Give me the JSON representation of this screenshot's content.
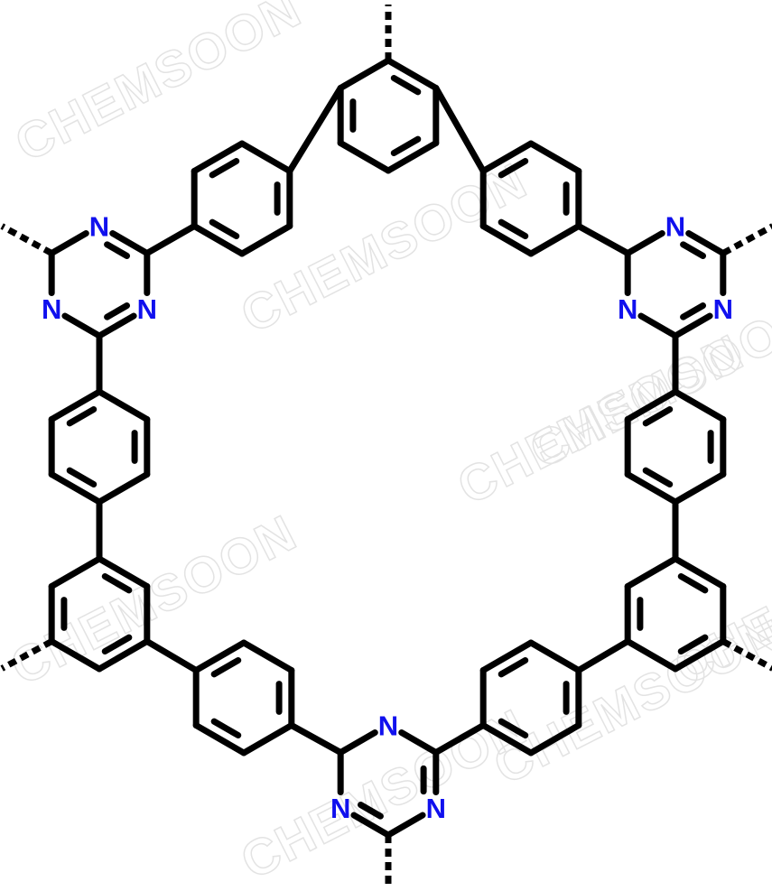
{
  "watermark": {
    "text": "CHEMSOON"
  },
  "atom_label": "N",
  "colors": {
    "bond": "#000000",
    "nitrogen": "#1010ee",
    "watermark": "#e3e3e3",
    "background": "#ffffff"
  },
  "structure": {
    "units": [
      {
        "type": "triazine"
      },
      {
        "type": "triazine"
      },
      {
        "type": "triazine"
      },
      {
        "type": "central-benzene"
      },
      {
        "type": "central-benzene"
      },
      {
        "type": "central-benzene"
      },
      {
        "type": "phenylene-linker"
      },
      {
        "type": "phenylene-linker"
      },
      {
        "type": "phenylene-linker"
      },
      {
        "type": "phenylene-linker"
      },
      {
        "type": "phenylene-linker"
      },
      {
        "type": "phenylene-linker"
      }
    ]
  }
}
